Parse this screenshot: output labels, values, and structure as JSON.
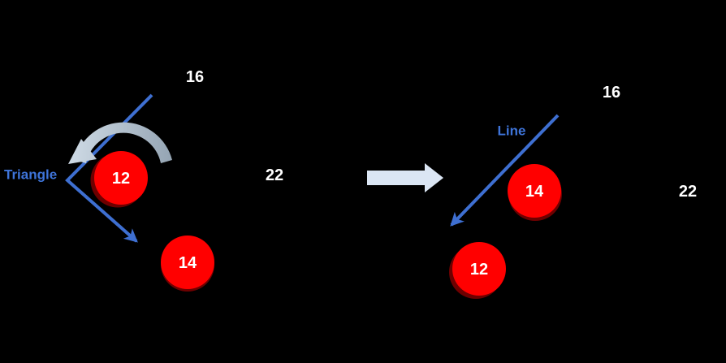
{
  "diagram": {
    "left": {
      "shape_label": "Triangle",
      "top_value": "16",
      "right_value": "22",
      "upper_circle_value": "12",
      "lower_circle_value": "14"
    },
    "right": {
      "shape_label": "Line",
      "top_value": "16",
      "right_value": "22",
      "upper_circle_value": "14",
      "lower_circle_value": "12"
    },
    "colors": {
      "background": "#000000",
      "accent_blue": "#3E6FD1",
      "label_blue": "#3E74D9",
      "node_red": "#FF0000",
      "node_shadow_red": "#6E0000",
      "rotate_arrow_light": "#CCD8E3",
      "rotate_arrow_dark": "#93A3B2",
      "transform_arrow_fill": "#DBE6F4",
      "transform_arrow_edge": "#B9C9DE",
      "white": "#FFFFFF"
    }
  }
}
